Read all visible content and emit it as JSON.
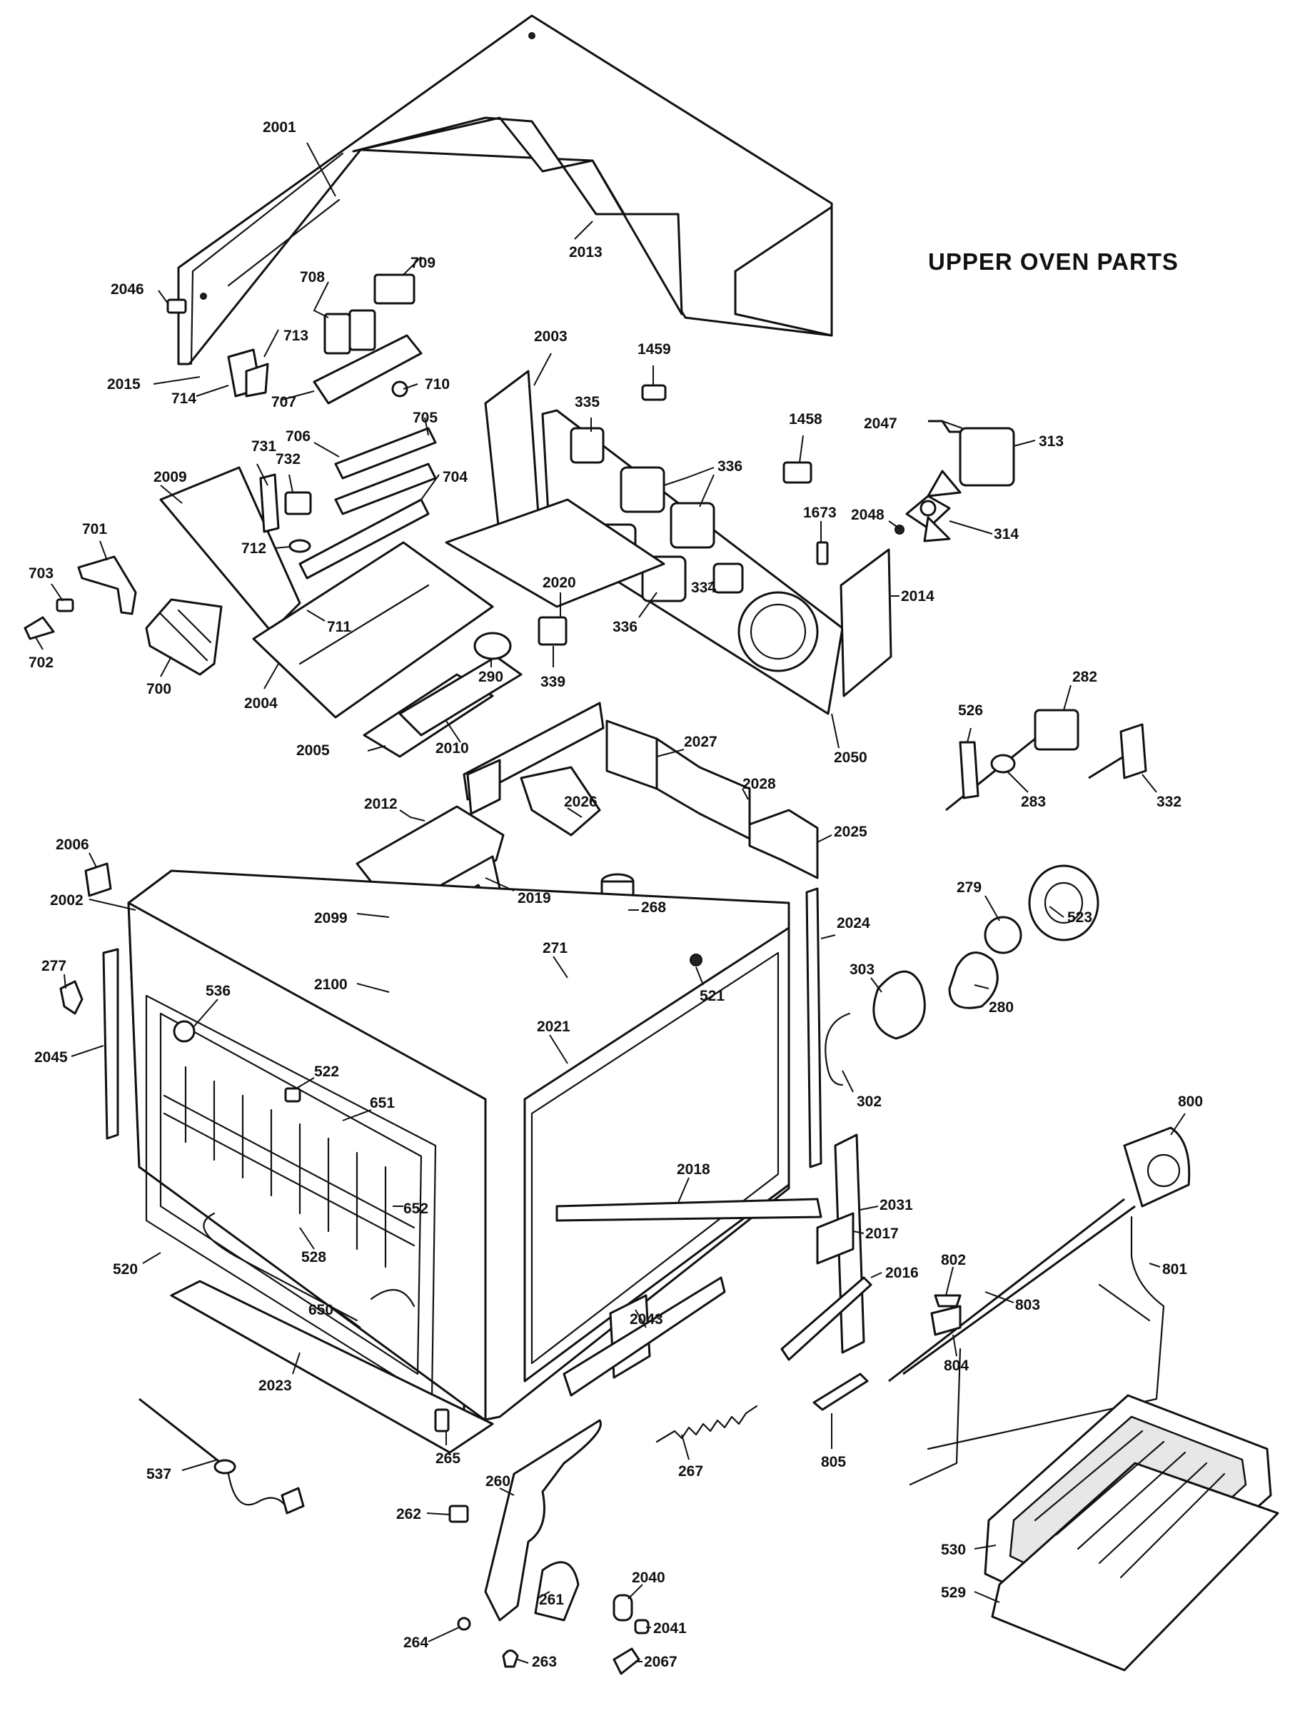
{
  "heading": "UPPER OVEN PARTS",
  "callouts": [
    {
      "id": "2001"
    },
    {
      "id": "2013"
    },
    {
      "id": "2046"
    },
    {
      "id": "709"
    },
    {
      "id": "708"
    },
    {
      "id": "713"
    },
    {
      "id": "2015"
    },
    {
      "id": "714"
    },
    {
      "id": "707"
    },
    {
      "id": "710"
    },
    {
      "id": "2003"
    },
    {
      "id": "1459"
    },
    {
      "id": "335"
    },
    {
      "id": "1458"
    },
    {
      "id": "2047"
    },
    {
      "id": "313"
    },
    {
      "id": "731"
    },
    {
      "id": "706"
    },
    {
      "id": "705"
    },
    {
      "id": "2009"
    },
    {
      "id": "732"
    },
    {
      "id": "704"
    },
    {
      "id": "336"
    },
    {
      "id": "1673"
    },
    {
      "id": "2048"
    },
    {
      "id": "314"
    },
    {
      "id": "701"
    },
    {
      "id": "712"
    },
    {
      "id": "703"
    },
    {
      "id": "2020"
    },
    {
      "id": "2014"
    },
    {
      "id": "711"
    },
    {
      "id": "336"
    },
    {
      "id": "334"
    },
    {
      "id": "702"
    },
    {
      "id": "290"
    },
    {
      "id": "339"
    },
    {
      "id": "700"
    },
    {
      "id": "2004"
    },
    {
      "id": "282"
    },
    {
      "id": "526"
    },
    {
      "id": "2010"
    },
    {
      "id": "2027"
    },
    {
      "id": "2005"
    },
    {
      "id": "2050"
    },
    {
      "id": "2028"
    },
    {
      "id": "283"
    },
    {
      "id": "332"
    },
    {
      "id": "2012"
    },
    {
      "id": "2026"
    },
    {
      "id": "2006"
    },
    {
      "id": "2025"
    },
    {
      "id": "279"
    },
    {
      "id": "2002"
    },
    {
      "id": "2019"
    },
    {
      "id": "268"
    },
    {
      "id": "523"
    },
    {
      "id": "2099"
    },
    {
      "id": "2024"
    },
    {
      "id": "277"
    },
    {
      "id": "271"
    },
    {
      "id": "303"
    },
    {
      "id": "2100"
    },
    {
      "id": "536"
    },
    {
      "id": "521"
    },
    {
      "id": "280"
    },
    {
      "id": "2045"
    },
    {
      "id": "2021"
    },
    {
      "id": "522"
    },
    {
      "id": "302"
    },
    {
      "id": "651"
    },
    {
      "id": "800"
    },
    {
      "id": "2018"
    },
    {
      "id": "652"
    },
    {
      "id": "2031"
    },
    {
      "id": "2017"
    },
    {
      "id": "520"
    },
    {
      "id": "528"
    },
    {
      "id": "802"
    },
    {
      "id": "801"
    },
    {
      "id": "2016"
    },
    {
      "id": "803"
    },
    {
      "id": "650"
    },
    {
      "id": "2043"
    },
    {
      "id": "804"
    },
    {
      "id": "2023"
    },
    {
      "id": "537"
    },
    {
      "id": "267"
    },
    {
      "id": "805"
    },
    {
      "id": "265"
    },
    {
      "id": "260"
    },
    {
      "id": "262"
    },
    {
      "id": "530"
    },
    {
      "id": "2040"
    },
    {
      "id": "261"
    },
    {
      "id": "529"
    },
    {
      "id": "264"
    },
    {
      "id": "2041"
    },
    {
      "id": "263"
    },
    {
      "id": "2067"
    }
  ]
}
